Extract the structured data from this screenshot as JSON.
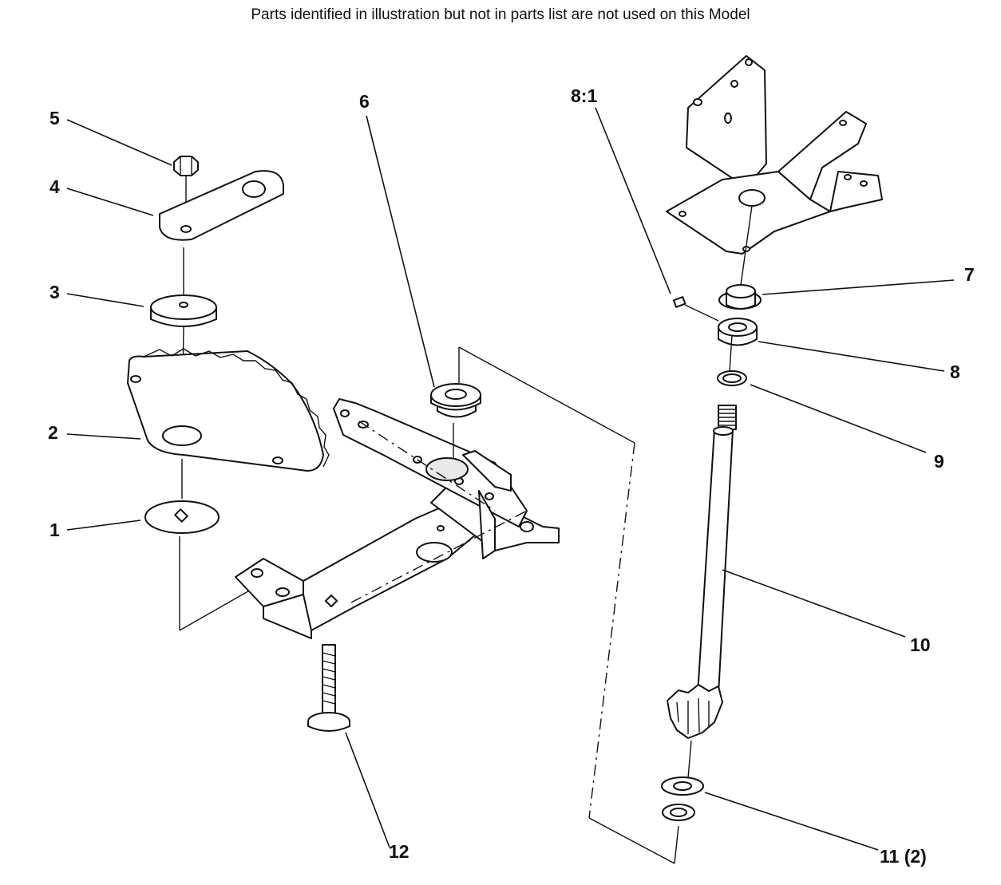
{
  "header": {
    "note": "Parts identified in illustration but not in parts list are not used on this Model"
  },
  "callouts": {
    "c1": "1",
    "c2": "2",
    "c3": "3",
    "c4": "4",
    "c5": "5",
    "c6": "6",
    "c7": "7",
    "c8": "8",
    "c8_1": "8:1",
    "c9": "9",
    "c10": "10",
    "c11": "11 (2)",
    "c12": "12"
  }
}
